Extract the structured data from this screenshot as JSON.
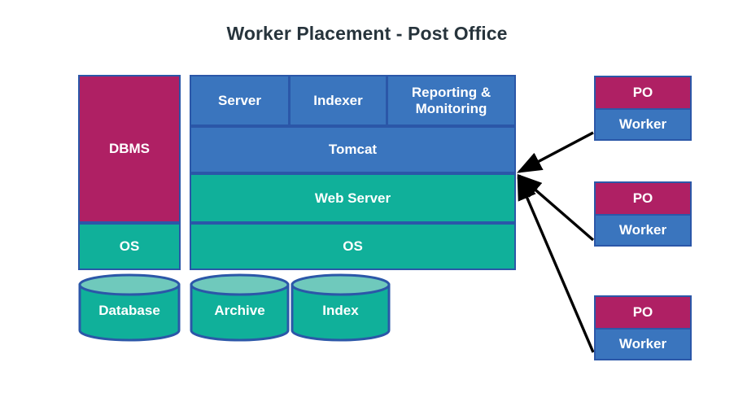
{
  "title": "Worker Placement - Post Office",
  "colors": {
    "crimson": "#af2064",
    "teal": "#10b09a",
    "teal_light": "#6fc9bc",
    "blue": "#3a75be",
    "border": "#2b57a8",
    "title_text": "#27343c",
    "arrow": "#000000",
    "background": "#ffffff"
  },
  "left_stack": {
    "dbms_label": "DBMS",
    "os_label": "OS"
  },
  "middle_stack": {
    "top_row": [
      {
        "label": "Server"
      },
      {
        "label": "Indexer"
      },
      {
        "label": "Reporting & Monitoring"
      }
    ],
    "tomcat_label": "Tomcat",
    "web_server_label": "Web Server",
    "os_label": "OS"
  },
  "storage": {
    "database_label": "Database",
    "archive_label": "Archive",
    "index_label": "Index"
  },
  "workers": [
    {
      "po_label": "PO",
      "worker_label": "Worker"
    },
    {
      "po_label": "PO",
      "worker_label": "Worker"
    },
    {
      "po_label": "PO",
      "worker_label": "Worker"
    }
  ]
}
